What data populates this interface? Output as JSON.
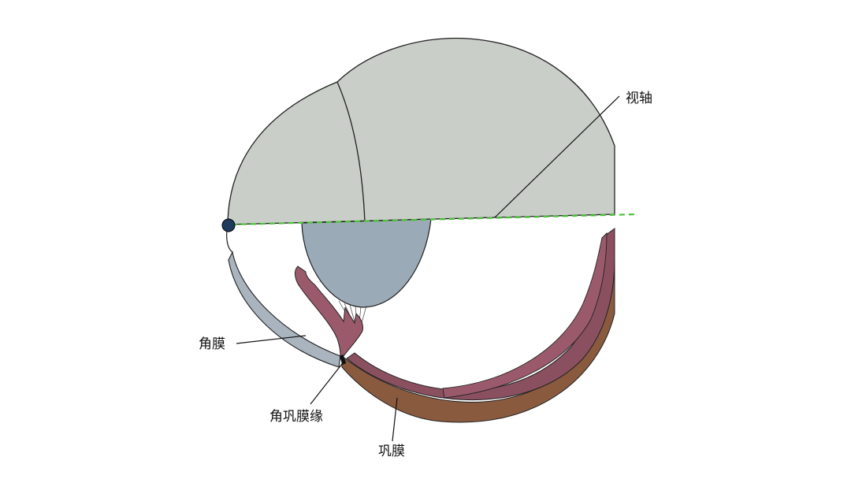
{
  "labels": {
    "visual_axis": "视轴",
    "cornea": "角膜",
    "limbus": "角巩膜缘",
    "sclera": "巩膜"
  },
  "colors": {
    "vitreous": "#C9CEC8",
    "lens": "#9AABB7",
    "cornea": "#A9B4BE",
    "sclera": "#8A5A3E",
    "choroid": "#8B5060",
    "iris": "#9B5A6B",
    "axis_line": "#4CC23A",
    "corneal_vertex": "#1E3A5F",
    "limbus_mark": "#111111",
    "outline": "#222222",
    "label_text": "#111111"
  }
}
